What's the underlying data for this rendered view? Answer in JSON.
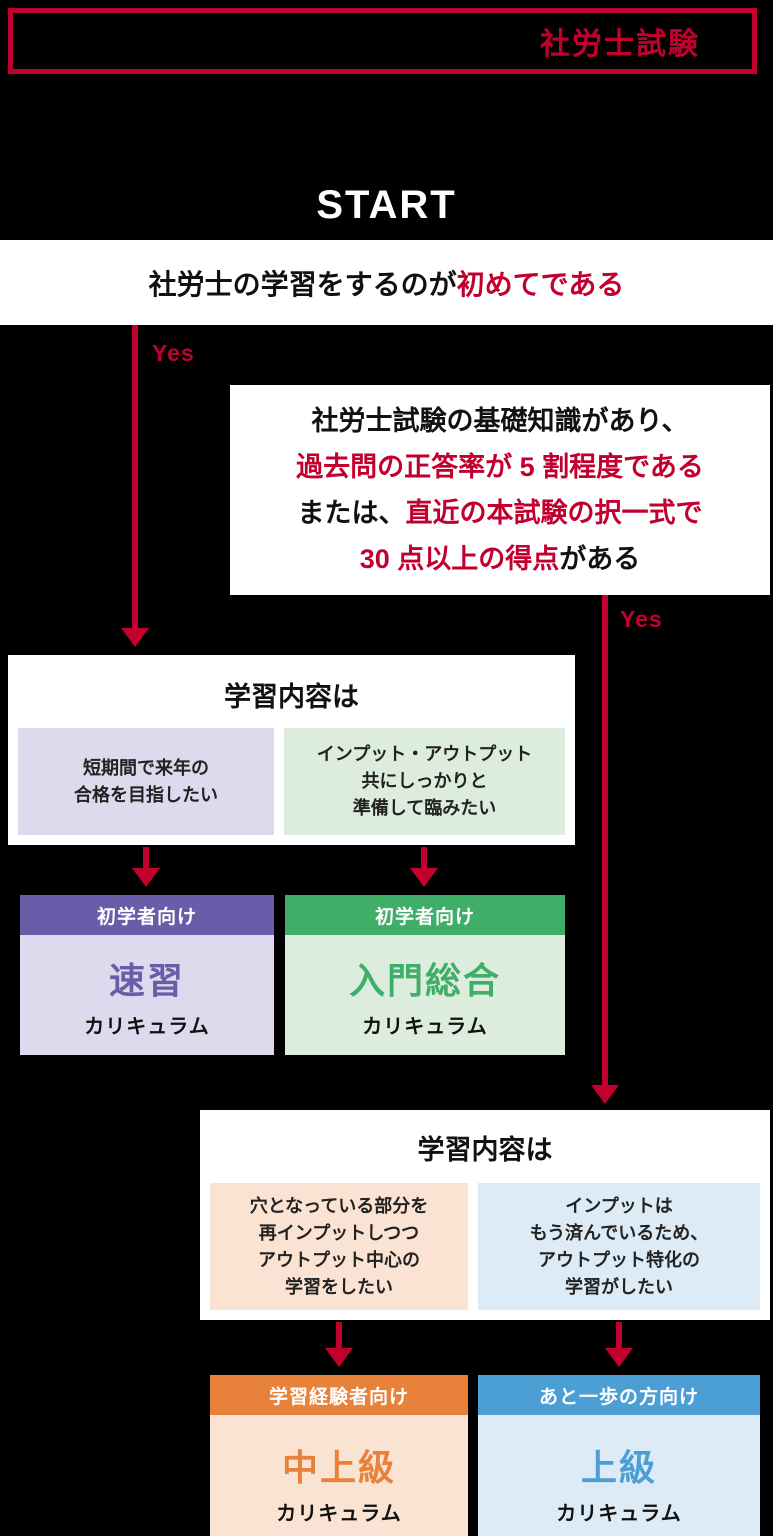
{
  "colors": {
    "accent_red": "#c2002e",
    "purple": "#695ca8",
    "purple_light": "#ded9ec",
    "green": "#3fae68",
    "green_light": "#dcedde",
    "orange": "#e8813a",
    "orange_light": "#fbe3d3",
    "blue": "#4b9fd5",
    "blue_light": "#dcebf6"
  },
  "banner": {
    "title": "社労士試験"
  },
  "start": {
    "label": "START"
  },
  "q1": {
    "text_black": "社労士の学習をするのが",
    "text_red": "初めてである",
    "yes": "Yes"
  },
  "q2": {
    "line1": "社労士試験の基礎知識があり、",
    "line2": "過去問の正答率が 5 割程度である",
    "line3_black": "または、",
    "line3_red": "直近の本試験の択一式で",
    "line4_red": "30 点以上の得点",
    "line4_black": "がある",
    "yes": "Yes"
  },
  "branch_a": {
    "title": "学習内容は",
    "option_left": {
      "lines": [
        "短期間で来年の",
        "合格を目指したい"
      ]
    },
    "option_right": {
      "lines": [
        "インプット・アウトプット",
        "共にしっかりと",
        "準備して臨みたい"
      ]
    }
  },
  "cards_a": {
    "left": {
      "badge": "初学者向け",
      "name": "速習",
      "type": "カリキュラム"
    },
    "right": {
      "badge": "初学者向け",
      "name": "入門総合",
      "type": "カリキュラム"
    }
  },
  "branch_b": {
    "title": "学習内容は",
    "option_left": {
      "lines": [
        "穴となっている部分を",
        "再インプットしつつ",
        "アウトプット中心の",
        "学習をしたい"
      ]
    },
    "option_right": {
      "lines": [
        "インプットは",
        "もう済んでいるため、",
        "アウトプット特化の",
        "学習がしたい"
      ]
    }
  },
  "cards_b": {
    "left": {
      "badge": "学習経験者向け",
      "name": "中上級",
      "type": "カリキュラム"
    },
    "right": {
      "badge": "あと一歩の方向け",
      "name": "上級",
      "type": "カリキュラム"
    }
  }
}
